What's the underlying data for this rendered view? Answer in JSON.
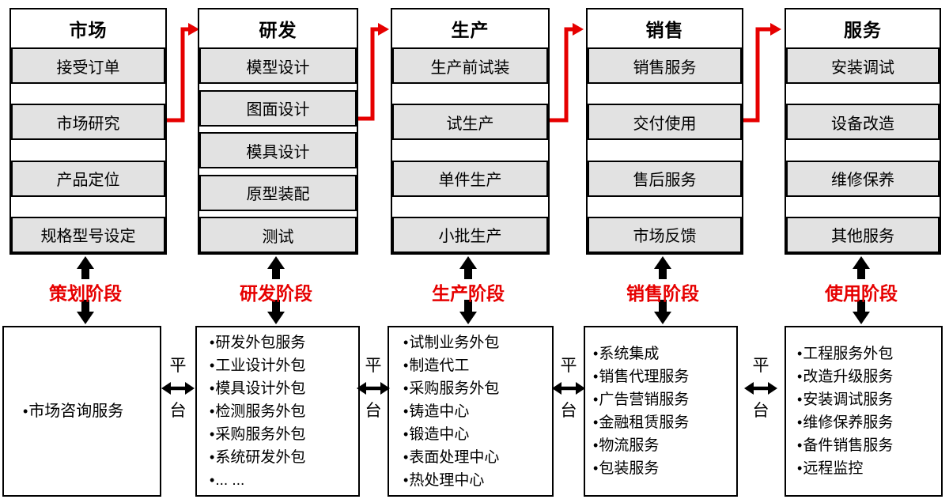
{
  "bullet": "•",
  "colors": {
    "accent_red": "#e60000",
    "box_gray": "#e2e2e2",
    "line_black": "#000000"
  },
  "columns": [
    {
      "title": "市场",
      "steps": [
        "接受订单",
        "市场研究",
        "产品定位",
        "规格型号设定"
      ]
    },
    {
      "title": "研发",
      "steps": [
        "模型设计",
        "图面设计",
        "模具设计",
        "原型装配",
        "测试"
      ]
    },
    {
      "title": "生产",
      "steps": [
        "生产前试装",
        "试生产",
        "单件生产",
        "小批生产"
      ]
    },
    {
      "title": "销售",
      "steps": [
        "销售服务",
        "交付使用",
        "售后服务",
        "市场反馈"
      ]
    },
    {
      "title": "服务",
      "steps": [
        "安装调试",
        "设备改造",
        "维修保养",
        "其他服务"
      ]
    }
  ],
  "stages": [
    "策划阶段",
    "研发阶段",
    "生产阶段",
    "销售阶段",
    "使用阶段"
  ],
  "platform": {
    "top_char": "平",
    "bottom_char": "台"
  },
  "bottom_boxes": [
    {
      "items": [
        "市场咨询服务"
      ]
    },
    {
      "items": [
        "研发外包服务",
        "工业设计外包",
        "模具设计外包",
        "检测服务外包",
        "采购服务外包",
        "系统研发外包",
        "... ..."
      ]
    },
    {
      "items": [
        "试制业务外包",
        "制造代工",
        "采购服务外包",
        "铸造中心",
        "锻造中心",
        "表面处理中心",
        "热处理中心"
      ]
    },
    {
      "items": [
        "系统集成",
        "销售代理服务",
        "广告营销服务",
        "金融租赁服务",
        "物流服务",
        "包装服务"
      ]
    },
    {
      "items": [
        "工程服务外包",
        "改造升级服务",
        "安装调试服务",
        "维修保养服务",
        "备件销售服务",
        "远程监控"
      ]
    }
  ]
}
